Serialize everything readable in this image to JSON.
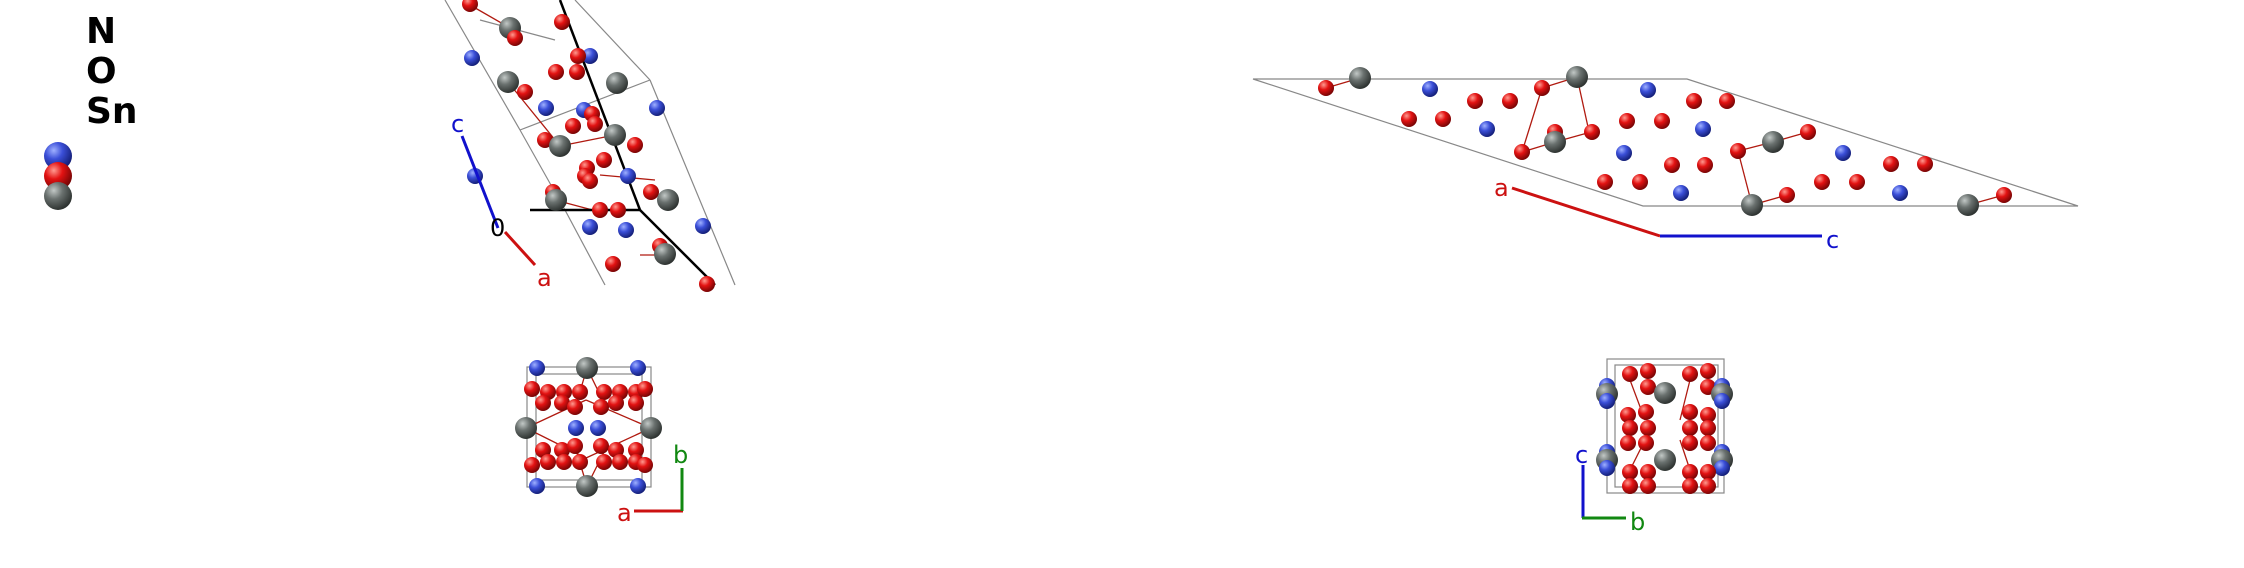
{
  "legend": {
    "items": [
      {
        "label": "N",
        "color": "#3344cc"
      },
      {
        "label": "O",
        "color": "#e01010"
      },
      {
        "label": "Sn",
        "color": "#666d6a"
      }
    ]
  },
  "axes": {
    "a": {
      "label": "a",
      "color": "#cc1111"
    },
    "b": {
      "label": "b",
      "color": "#118811"
    },
    "c": {
      "label": "c",
      "color": "#1111cc"
    },
    "origin": {
      "label": "0",
      "color": "#000000"
    }
  },
  "views": {
    "perspective": {
      "axes_shown": [
        "c",
        "0",
        "a"
      ]
    },
    "along_b": {
      "axes_shown": [
        "a",
        "c"
      ]
    },
    "along_c": {
      "axes_shown": [
        "a",
        "b"
      ]
    },
    "along_a": {
      "axes_shown": [
        "c",
        "b"
      ]
    }
  }
}
